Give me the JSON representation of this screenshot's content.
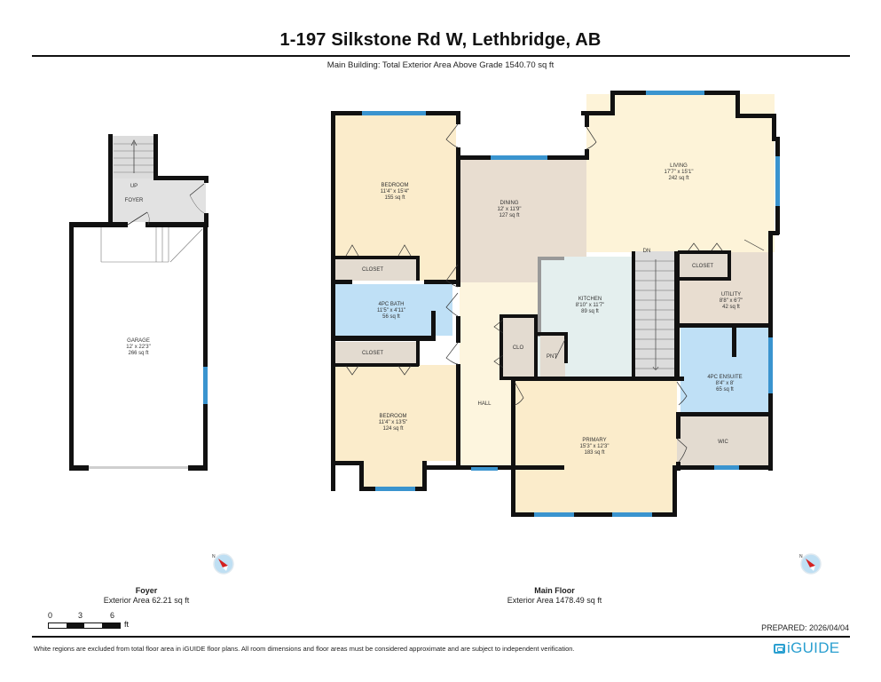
{
  "header": {
    "title": "1-197 Silkstone Rd W, Lethbridge, AB",
    "subtitle": "Main Building: Total Exterior Area Above Grade 1540.70 sq ft"
  },
  "colors": {
    "wall": "#111111",
    "window": "#3a94cf",
    "bedroom": "#fbeccb",
    "living": "#fdf3d8",
    "dining": "#e8ddd0",
    "bath": "#bfe0f6",
    "kitchen": "#e4efee",
    "closet": "#e3dbd0",
    "stair": "#dcdcdc",
    "foyer": "#e2e2e2",
    "hall": "#fdf5de",
    "compass_red": "#d42020",
    "compass_blue": "#bfdff3",
    "brand": "#2a9fd0"
  },
  "floors": [
    {
      "name": "Foyer",
      "area": "Exterior Area 62.21 sq ft",
      "rooms": [
        {
          "name": "UP",
          "dims": "",
          "area": ""
        },
        {
          "name": "FOYER",
          "dims": "",
          "area": ""
        },
        {
          "name": "GARAGE",
          "dims": "12' x 22'3\"",
          "area": "266 sq ft"
        }
      ]
    },
    {
      "name": "Main Floor",
      "area": "Exterior Area 1478.49 sq ft",
      "rooms": [
        {
          "name": "BEDROOM",
          "dims": "11'4\" x 15'4\"",
          "area": "155 sq ft"
        },
        {
          "name": "CLOSET",
          "dims": "",
          "area": ""
        },
        {
          "name": "4PC BATH",
          "dims": "11'5\" x 4'11\"",
          "area": "56 sq ft"
        },
        {
          "name": "CLOSET",
          "dims": "",
          "area": ""
        },
        {
          "name": "BEDROOM",
          "dims": "11'4\" x 13'5\"",
          "area": "124 sq ft"
        },
        {
          "name": "DINING",
          "dims": "12' x 11'9\"",
          "area": "127 sq ft"
        },
        {
          "name": "LIVING",
          "dims": "17'7\" x 15'1\"",
          "area": "242 sq ft"
        },
        {
          "name": "KITCHEN",
          "dims": "8'10\" x 11'7\"",
          "area": "89 sq ft"
        },
        {
          "name": "CLO",
          "dims": "",
          "area": ""
        },
        {
          "name": "PNT",
          "dims": "",
          "area": ""
        },
        {
          "name": "HALL",
          "dims": "",
          "area": ""
        },
        {
          "name": "DN",
          "dims": "",
          "area": ""
        },
        {
          "name": "CLOSET",
          "dims": "",
          "area": ""
        },
        {
          "name": "UTILITY",
          "dims": "8'8\" x 6'7\"",
          "area": "42 sq ft"
        },
        {
          "name": "4PC ENSUITE",
          "dims": "8'4\" x 8'",
          "area": "65 sq ft"
        },
        {
          "name": "PRIMARY",
          "dims": "15'3\" x 12'3\"",
          "area": "183 sq ft"
        },
        {
          "name": "WIC",
          "dims": "",
          "area": ""
        }
      ]
    }
  ],
  "scale": {
    "ticks": [
      "0",
      "3",
      "6"
    ],
    "unit": "ft"
  },
  "icons": {
    "compass": "compass-north-icon",
    "logo": "iguide-logo-icon"
  },
  "footer": {
    "prepared": "PREPARED: 2026/04/04",
    "disclaimer": "White regions are excluded from total floor area in iGUIDE floor plans. All room dimensions and floor areas must be considered approximate and are subject to independent verification.",
    "brand": "iGUIDE"
  }
}
